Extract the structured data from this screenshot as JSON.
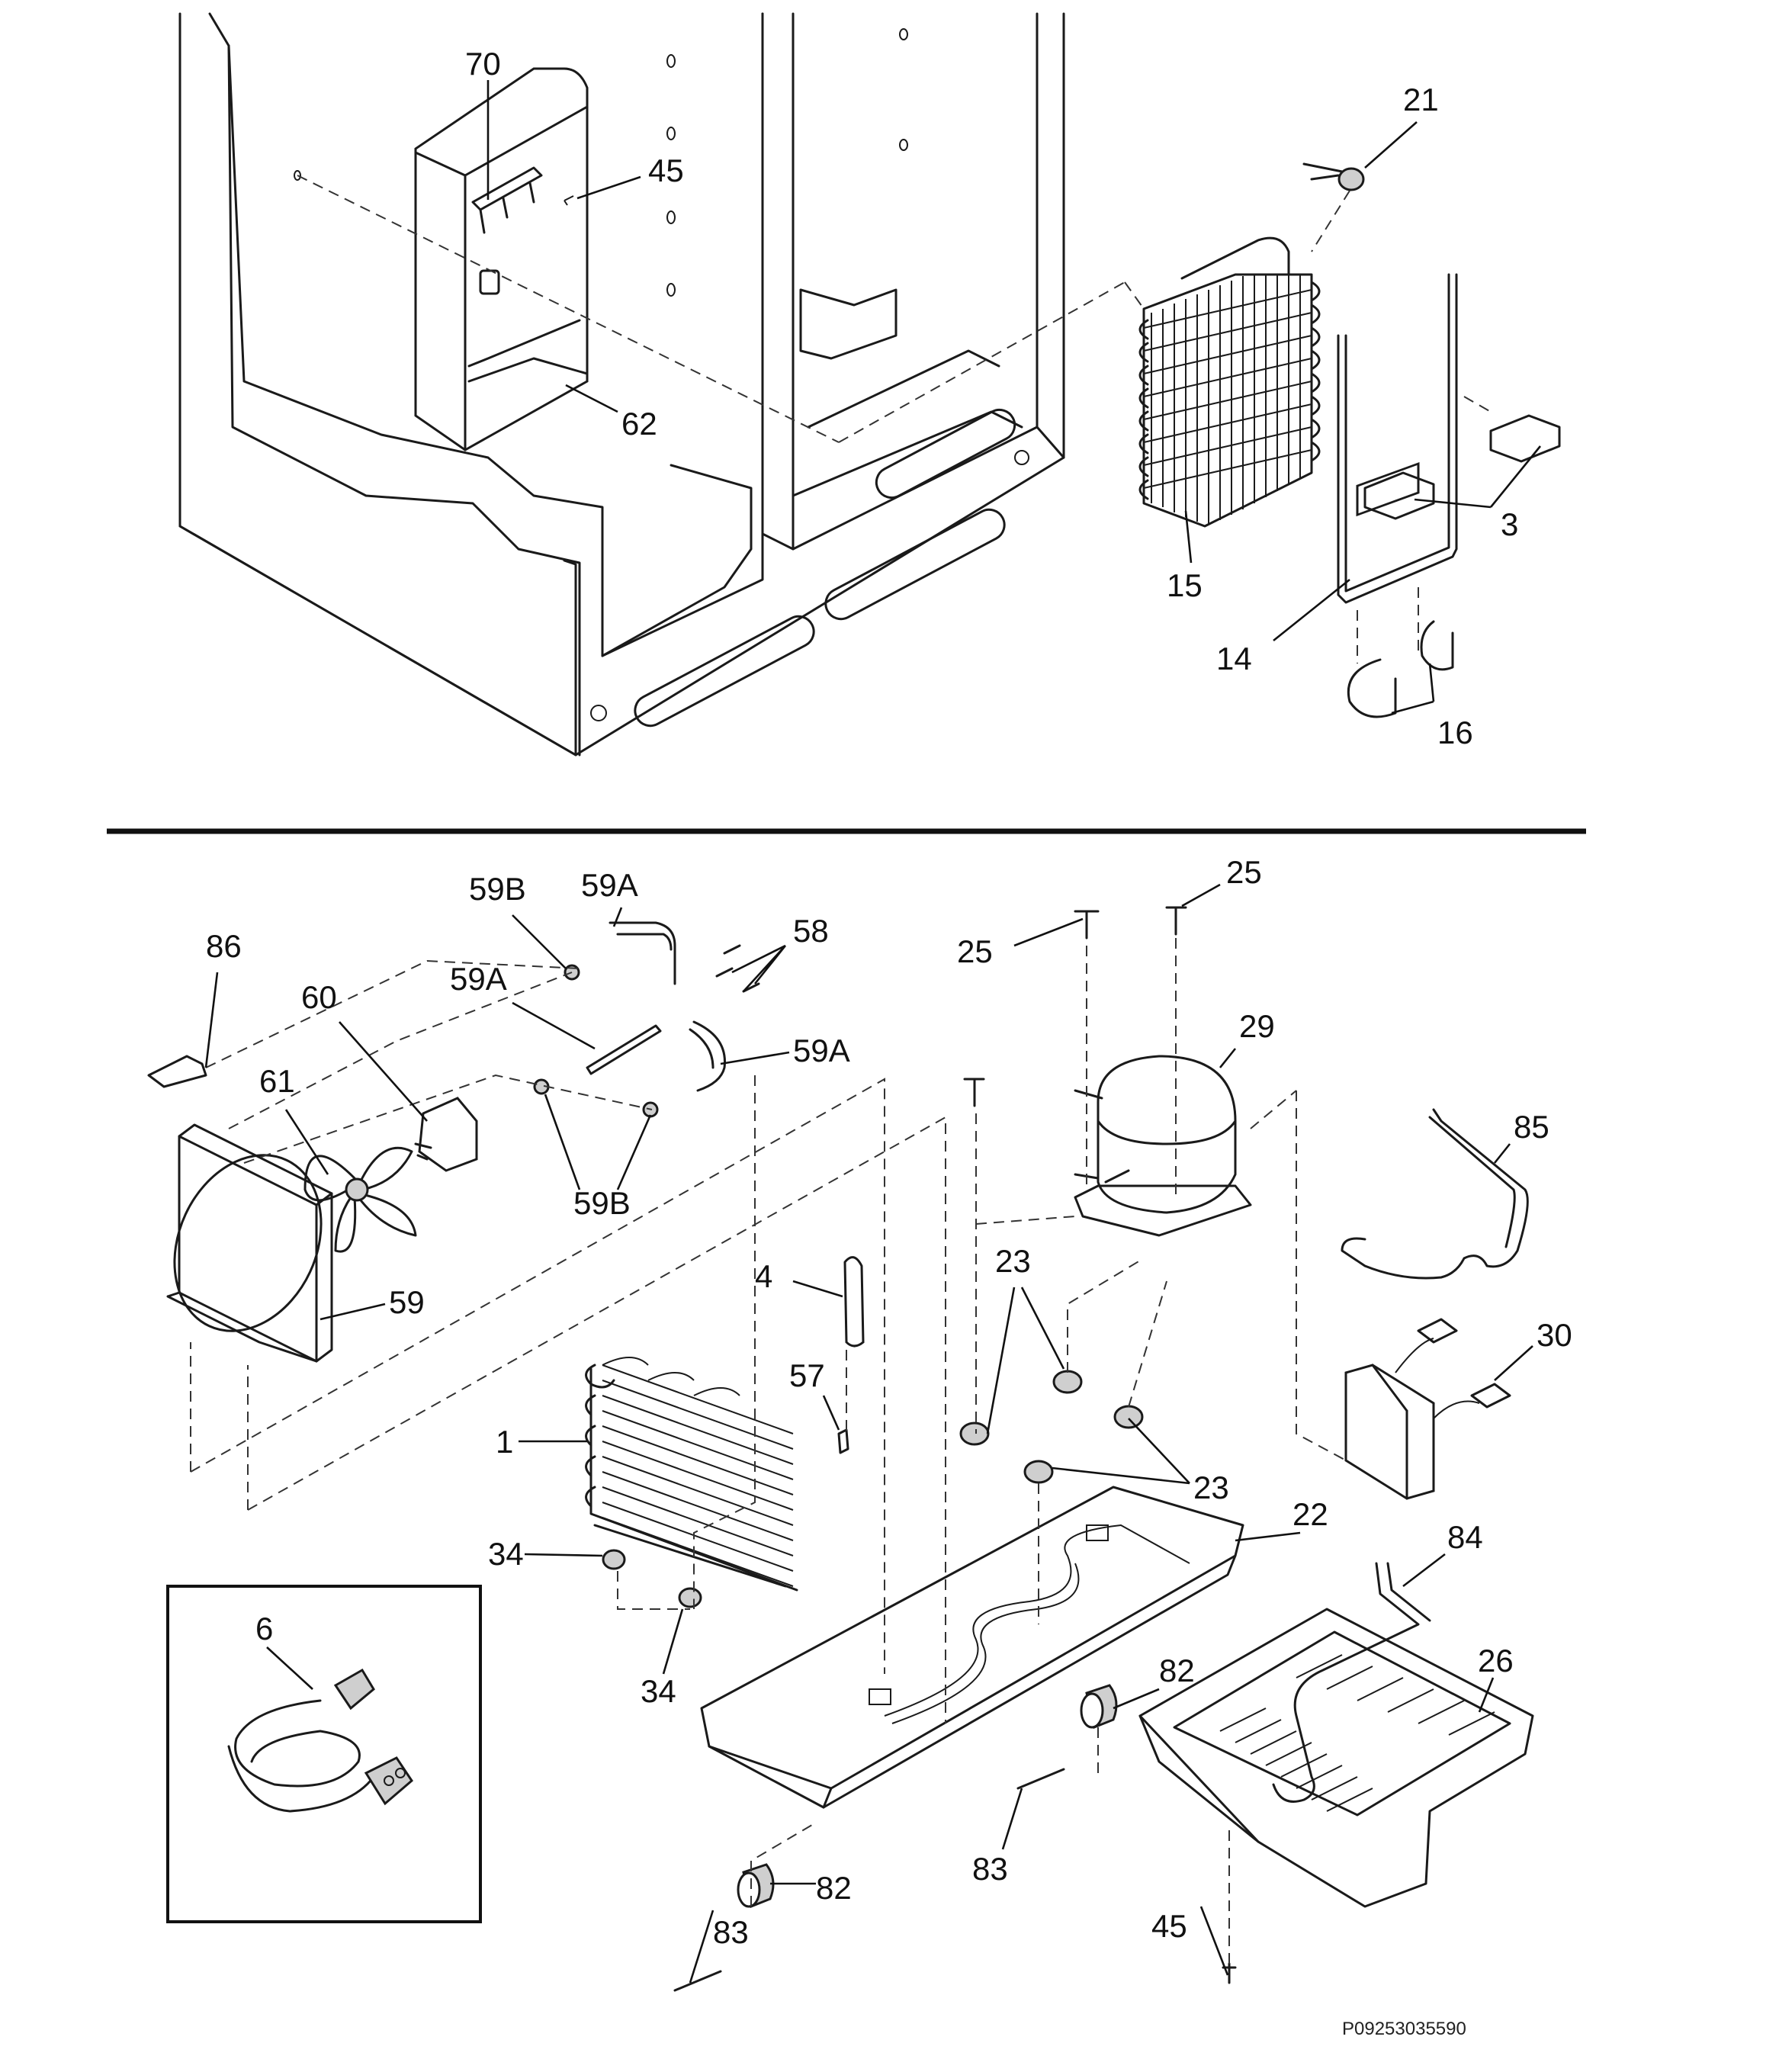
{
  "diagram": {
    "footer_code": "P09253035590",
    "callouts_top": [
      {
        "id": "c70",
        "text": "70"
      },
      {
        "id": "c45a",
        "text": "45"
      },
      {
        "id": "c62",
        "text": "62"
      },
      {
        "id": "c21",
        "text": "21"
      },
      {
        "id": "c15",
        "text": "15"
      },
      {
        "id": "c3",
        "text": "3"
      },
      {
        "id": "c14",
        "text": "14"
      },
      {
        "id": "c16",
        "text": "16"
      }
    ],
    "callouts_bottom": [
      {
        "id": "c59b1",
        "text": "59B"
      },
      {
        "id": "c59a1",
        "text": "59A"
      },
      {
        "id": "c58",
        "text": "58"
      },
      {
        "id": "c86",
        "text": "86"
      },
      {
        "id": "c59a2",
        "text": "59A"
      },
      {
        "id": "c60",
        "text": "60"
      },
      {
        "id": "c59a3",
        "text": "59A"
      },
      {
        "id": "c61",
        "text": "61"
      },
      {
        "id": "c59b2",
        "text": "59B"
      },
      {
        "id": "c59",
        "text": "59"
      },
      {
        "id": "c25a",
        "text": "25"
      },
      {
        "id": "c25b",
        "text": "25"
      },
      {
        "id": "c29",
        "text": "29"
      },
      {
        "id": "c85",
        "text": "85"
      },
      {
        "id": "c23a",
        "text": "23"
      },
      {
        "id": "c4",
        "text": "4"
      },
      {
        "id": "c30",
        "text": "30"
      },
      {
        "id": "c57",
        "text": "57"
      },
      {
        "id": "c1",
        "text": "1"
      },
      {
        "id": "c23b",
        "text": "23"
      },
      {
        "id": "c22",
        "text": "22"
      },
      {
        "id": "c34a",
        "text": "34"
      },
      {
        "id": "c84",
        "text": "84"
      },
      {
        "id": "c6",
        "text": "6"
      },
      {
        "id": "c34b",
        "text": "34"
      },
      {
        "id": "c82a",
        "text": "82"
      },
      {
        "id": "c26",
        "text": "26"
      },
      {
        "id": "c82b",
        "text": "82"
      },
      {
        "id": "c83a",
        "text": "83"
      },
      {
        "id": "c83b",
        "text": "83"
      },
      {
        "id": "c45b",
        "text": "45"
      }
    ]
  }
}
